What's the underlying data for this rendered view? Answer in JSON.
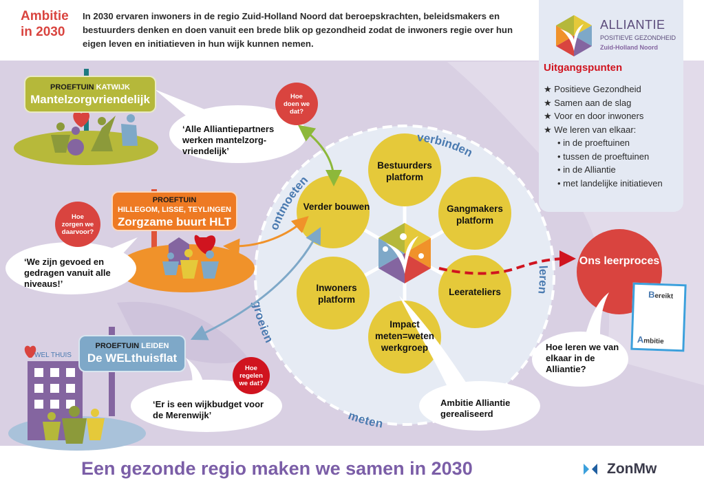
{
  "header": {
    "ambition_title": "Ambitie in 2030",
    "intro": "In 2030 ervaren inwoners in de regio Zuid-Holland Noord dat beroepskrachten, beleidsmakers en bestuurders denken en doen vanuit een brede blik op gezondheid zodat de inwoners regie over hun eigen leven en initiatieven in hun wijk kunnen nemen."
  },
  "logo": {
    "line1": "ALLIANTIE",
    "line2": "POSITIEVE GEZONDHEID",
    "line3": "Zuid-Holland Noord"
  },
  "uitgangspunten": {
    "title": "Uitgangspunten",
    "items": [
      "Positieve Gezondheid",
      "Samen aan de slag",
      "Voor en door inwoners",
      "We leren van elkaar:"
    ],
    "subitems": [
      "in de proeftuinen",
      "tussen de proeftuinen",
      "in de Alliantie",
      "met landelijke initiatieven"
    ]
  },
  "proeftuinen": [
    {
      "prefix": "PROEFTUIN",
      "place": "KATWIJK",
      "name": "Mantelzorgvriendelijk",
      "question": "Hoe doen we dat?",
      "quote": "‘Alle Alliantiepartners werken mantelzorg-vriendelijk’",
      "color": "#b5b83a"
    },
    {
      "prefix": "PROEFTUIN",
      "place": "HILLEGOM, LISSE, TEYLINGEN",
      "name": "Zorgzame buurt HLT",
      "question": "Hoe zorgen we daarvoor?",
      "quote": "‘We zijn gevoed en gedragen vanuit alle niveaus!’",
      "color": "#ee7a23"
    },
    {
      "prefix": "PROEFTUIN",
      "place": "LEIDEN",
      "name": "De WELthuisflat",
      "question": "Hoe regelen we dat?",
      "quote": "‘Er is een wijkbudget voor de Merenwijk’",
      "color": "#7ea8c8",
      "building_label": "WEL THUIS"
    }
  ],
  "platforms": [
    "Bestuurders platform",
    "Gangmakers platform",
    "Leerateliers",
    "Impact meten=weten werkgroep",
    "Inwoners platform",
    "Verder bouwen"
  ],
  "cycle_words": [
    "ontmoeten",
    "verbinden",
    "leren",
    "groeien",
    "meten"
  ],
  "ambitie_bubble": "Ambitie Alliantie gerealiseerd",
  "leerproces": {
    "title": "Ons leerproces",
    "question": "Hoe leren we van elkaar in de Alliantie?",
    "card_top": "Bereikt",
    "card_bottom": "Ambitie"
  },
  "footer": {
    "title": "Een gezonde regio maken we samen in 2030",
    "brand": "ZonMw"
  },
  "colors": {
    "background": "#d9d0e3",
    "platform": "#e5c93a",
    "accent_red": "#d9443f",
    "footer_title": "#7b5ea7",
    "cycle_text": "#4a7ab0"
  }
}
